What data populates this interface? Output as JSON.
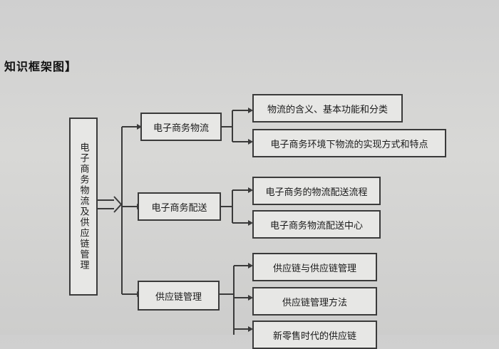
{
  "heading": "知识框架图】",
  "root": "电子商务物流及供应链管理",
  "level1": [
    {
      "label": "电子商务物流",
      "children": [
        "物流的含义、基本功能和分类",
        "电子商务环境下物流的实现方式和特点"
      ]
    },
    {
      "label": "电子商务配送",
      "children": [
        "电子商务的物流配送流程",
        "电子商务物流配送中心"
      ]
    },
    {
      "label": "供应链管理",
      "children": [
        "供应链与供应链管理",
        "供应链管理方法",
        "新零售时代的供应链"
      ]
    }
  ]
}
